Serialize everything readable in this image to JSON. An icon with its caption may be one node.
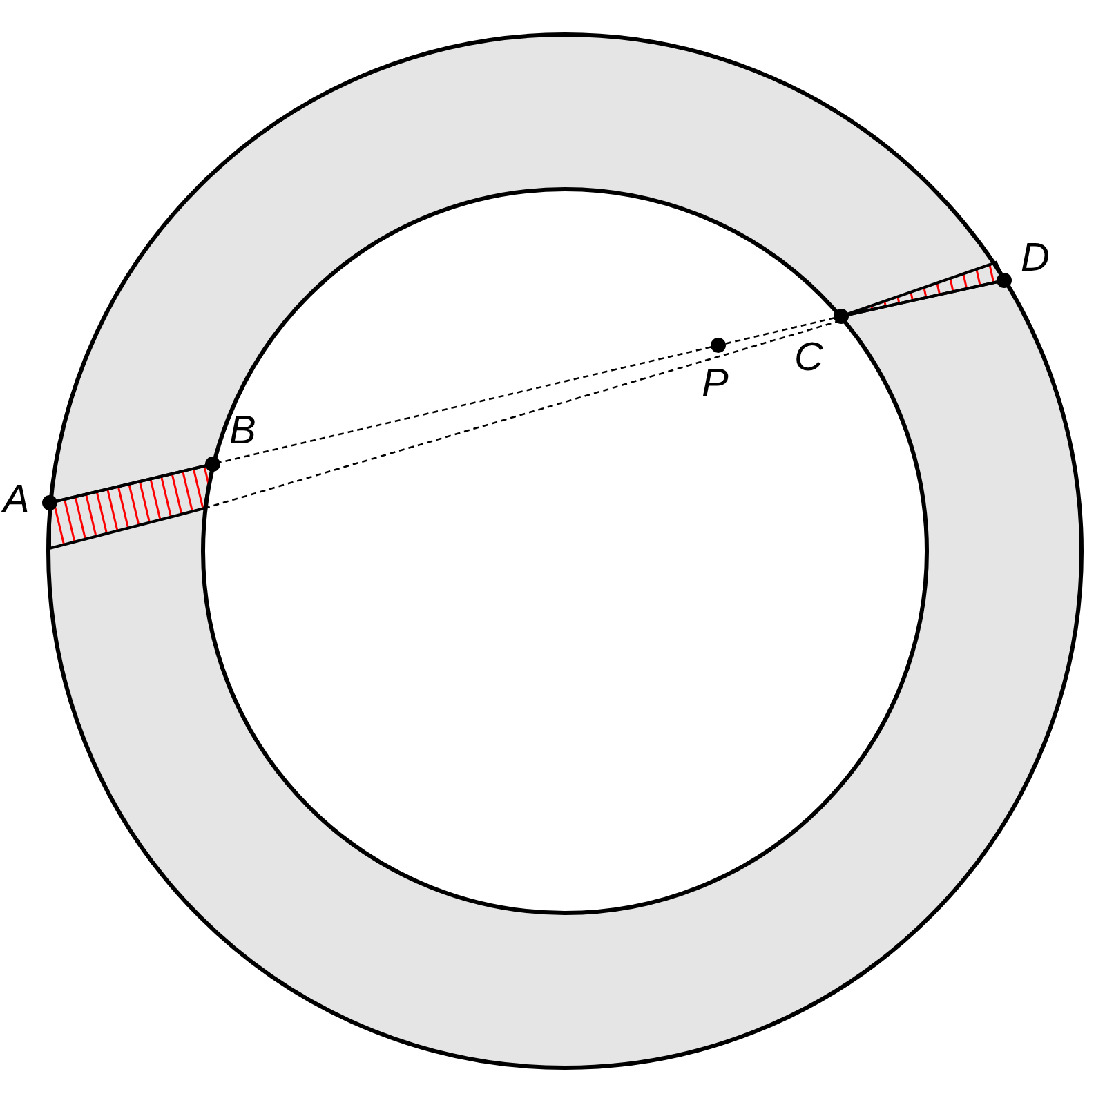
{
  "diagram": {
    "nodes": [
      {
        "text": [
          "A"
        ]
      },
      {
        "text": [
          "B"
        ]
      },
      {
        "text": [
          "C"
        ]
      },
      {
        "text": [
          "D"
        ]
      },
      {
        "text": [
          "P"
        ]
      }
    ],
    "edges": [
      {
        "from": 0,
        "to": 1,
        "arrow": "none"
      },
      {
        "from": 2,
        "to": 3,
        "arrow": "none"
      },
      {
        "from": 4,
        "to": 1,
        "arrow": "none",
        "style": "dashed"
      },
      {
        "from": 4,
        "to": 2,
        "arrow": "none",
        "style": "dashed"
      }
    ]
  }
}
